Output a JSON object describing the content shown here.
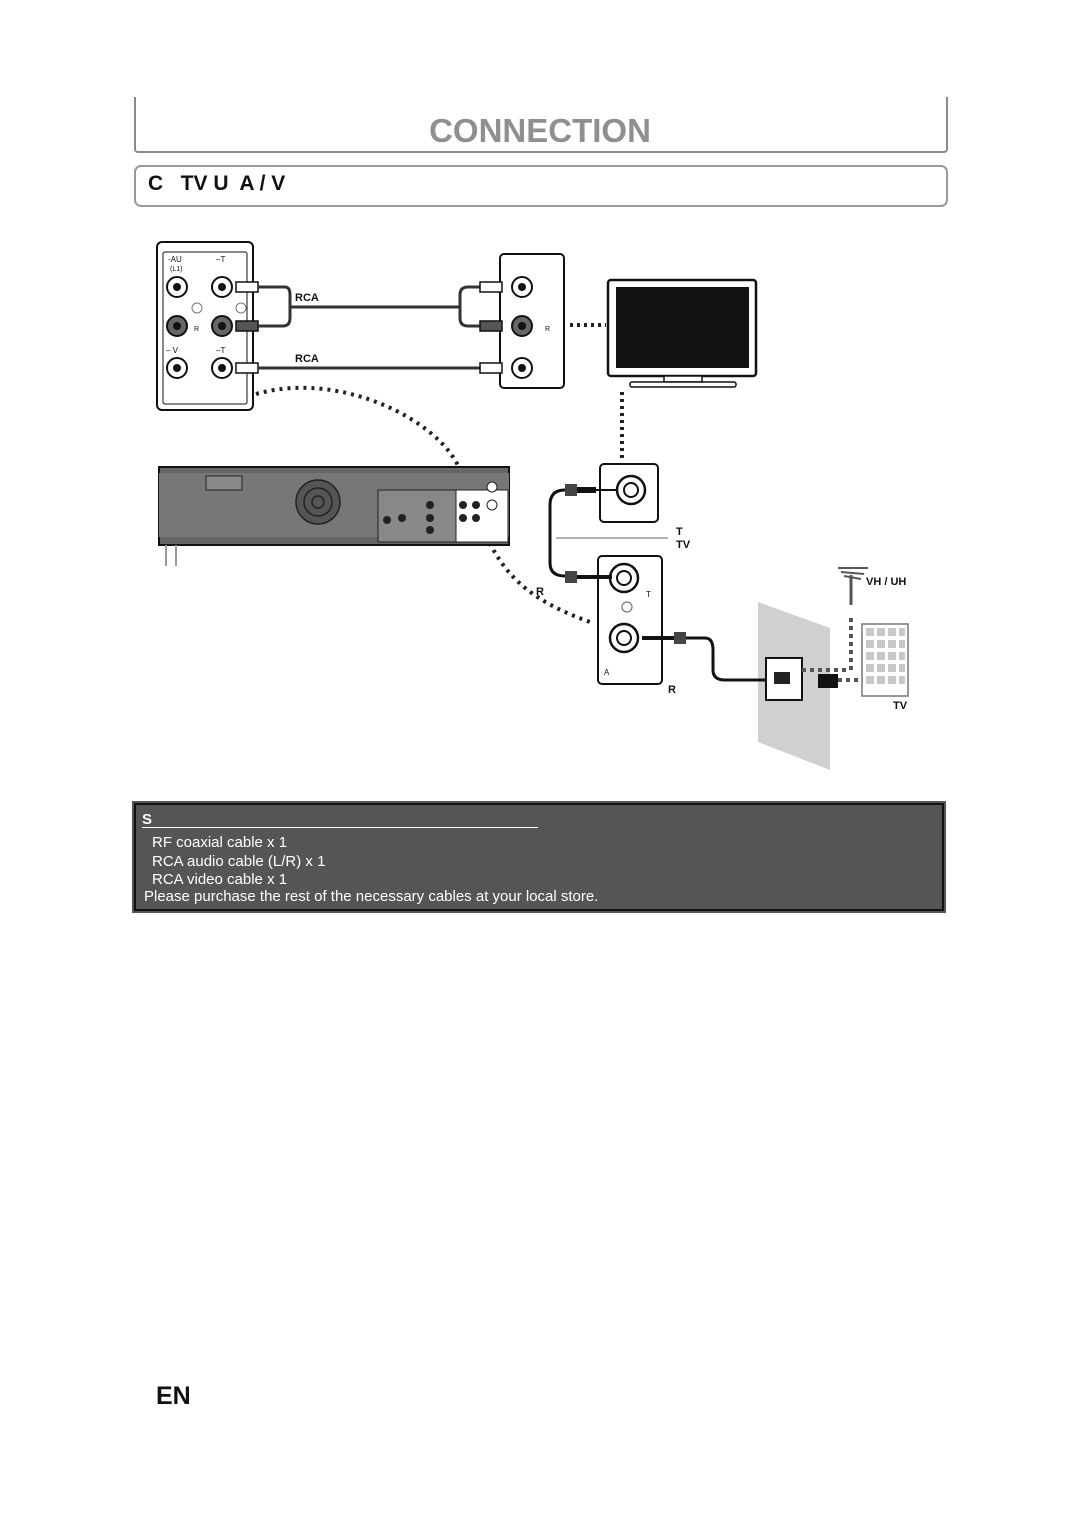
{
  "page": {
    "title": "CONNECTION",
    "section_title": "C   TV U  A / V"
  },
  "diagram": {
    "rca_label_top": "RCA",
    "rca_label_bottom": "RCA",
    "jack_audio_label": "-AU",
    "jack_l1_label": "(L1)",
    "jack_out_label_top": "–T",
    "jack_out_label_bottom": "–T",
    "jack_video_label": "– V",
    "jack_r_left": "R",
    "jack_r_right": "R",
    "tv_top_label": "T",
    "tv_sub_label": "TV",
    "rf_label": "R",
    "rf_out_label": "T",
    "antenna_label": "VH  / UH",
    "ant_box_label": "A",
    "bottom_r_label": "R",
    "cable_tv_label": "TV"
  },
  "supplied": {
    "heading": "S",
    "items": [
      "RF coaxial cable x 1",
      "RCA audio cable (L/R) x 1",
      "RCA video cable x 1"
    ],
    "note": "Please purchase the rest of the necessary cables at your local store."
  },
  "footer": {
    "page_code": "EN"
  }
}
